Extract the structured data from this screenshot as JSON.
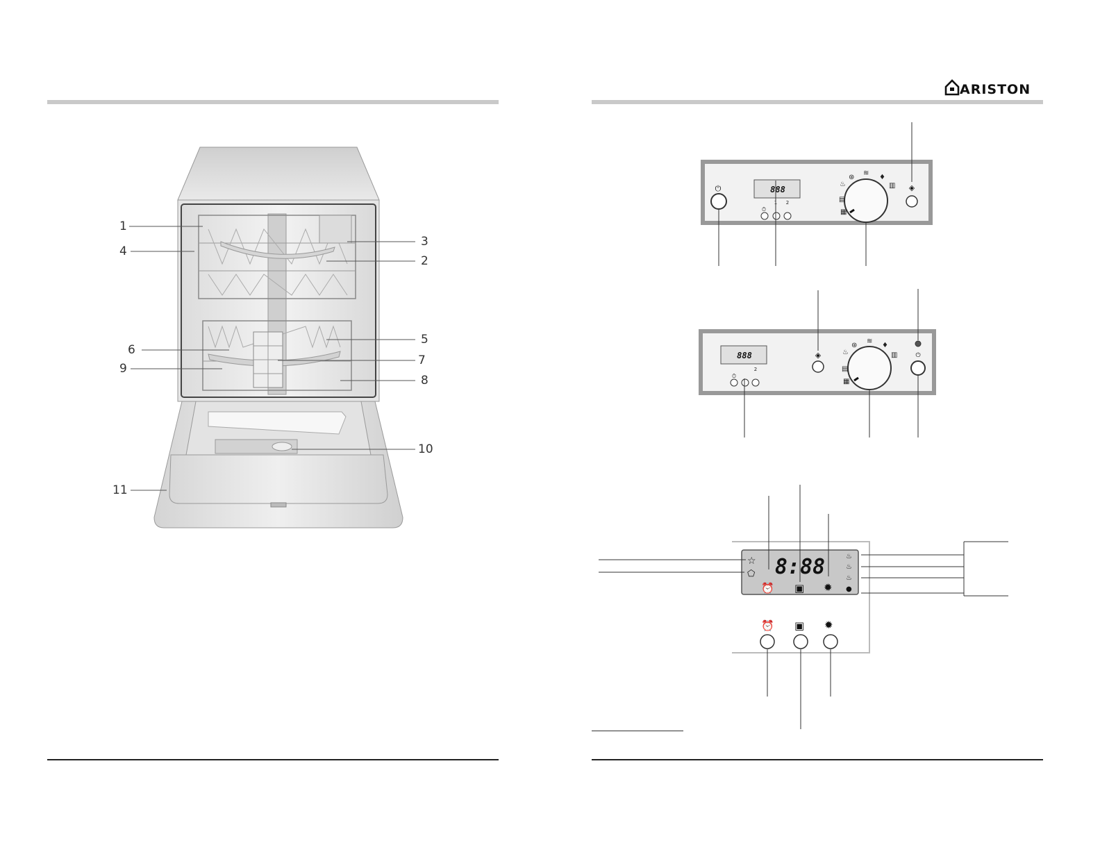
{
  "brand": {
    "name": "ARISTON",
    "icon": "house-logo-icon"
  },
  "diagram": {
    "callouts": [
      {
        "label": "1"
      },
      {
        "label": "2"
      },
      {
        "label": "3"
      },
      {
        "label": "4"
      },
      {
        "label": "5"
      },
      {
        "label": "6"
      },
      {
        "label": "7"
      },
      {
        "label": "8"
      },
      {
        "label": "9"
      },
      {
        "label": "10"
      },
      {
        "label": "11"
      }
    ]
  },
  "panels": {
    "display_digits": "888",
    "display_marks": [
      "1",
      "2"
    ]
  },
  "display_detail": {
    "digits": "8:88",
    "icons": [
      "rinse-aid-icon",
      "salt-icon",
      "delay-timer-icon",
      "half-load-icon",
      "sun-dry-icon",
      "program-icons"
    ]
  },
  "colors": {
    "bar": "#c9c9c9",
    "lcd": "#c8c8c8",
    "line": "#333333"
  }
}
